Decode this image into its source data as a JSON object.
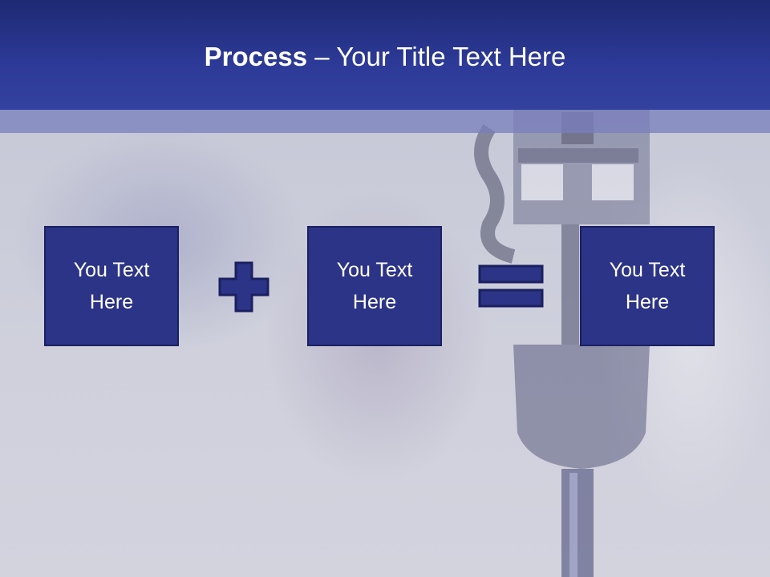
{
  "slide": {
    "title_bold": "Process",
    "title_dash": " – ",
    "title_rest": "Your Title Text Here"
  },
  "process": {
    "boxes": [
      {
        "text": "You Text Here"
      },
      {
        "text": "You Text Here"
      },
      {
        "text": "You Text Here"
      }
    ],
    "operators": [
      "plus-icon",
      "equals-icon"
    ]
  },
  "colors": {
    "header": "#2d3a98",
    "box_fill": "#2c3487",
    "box_border": "#1b2060",
    "operator_fill": "#2c3487"
  }
}
